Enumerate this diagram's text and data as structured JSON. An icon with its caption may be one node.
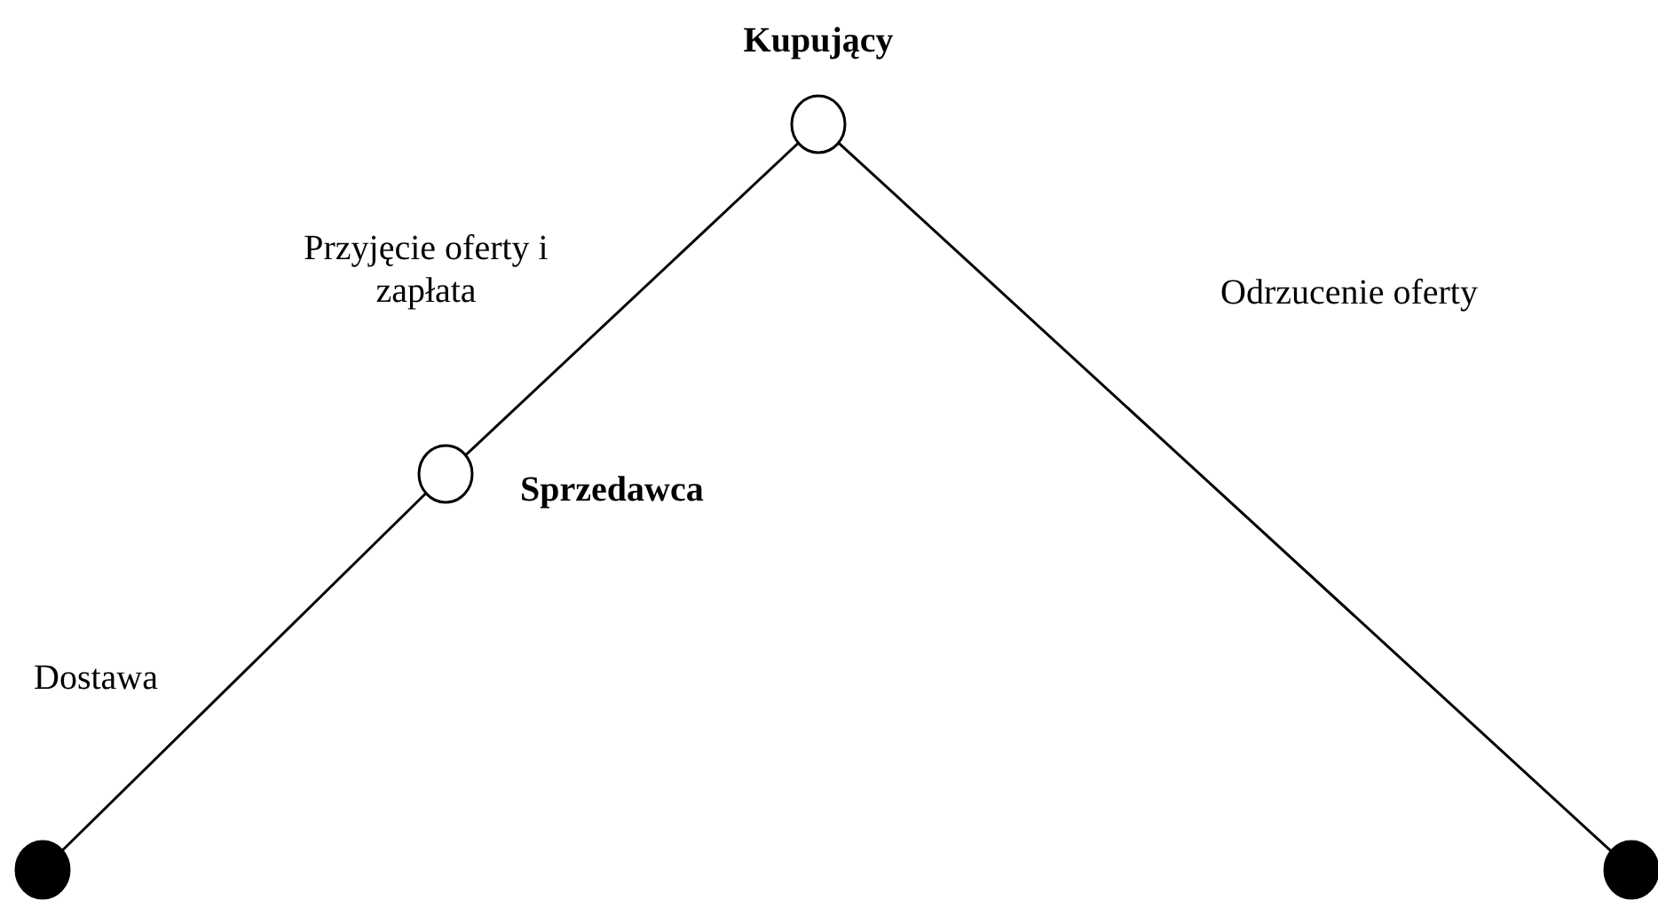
{
  "diagram": {
    "nodes": [
      {
        "text": [
          "Kupujący"
        ]
      },
      {
        "text": [
          "Sprzedawca"
        ]
      },
      {
        "text": [],
        "shape": "circle"
      },
      {
        "text": [],
        "shape": "circle"
      }
    ],
    "edges": [
      {
        "from": 0,
        "to": 1,
        "arrow": "none",
        "label": "Przyjęcie oferty i zapłata"
      },
      {
        "from": 1,
        "to": 2,
        "arrow": "none",
        "label": "Dostawa"
      },
      {
        "from": 0,
        "to": 3,
        "arrow": "none",
        "label": "Odrzucenie oferty"
      }
    ]
  }
}
